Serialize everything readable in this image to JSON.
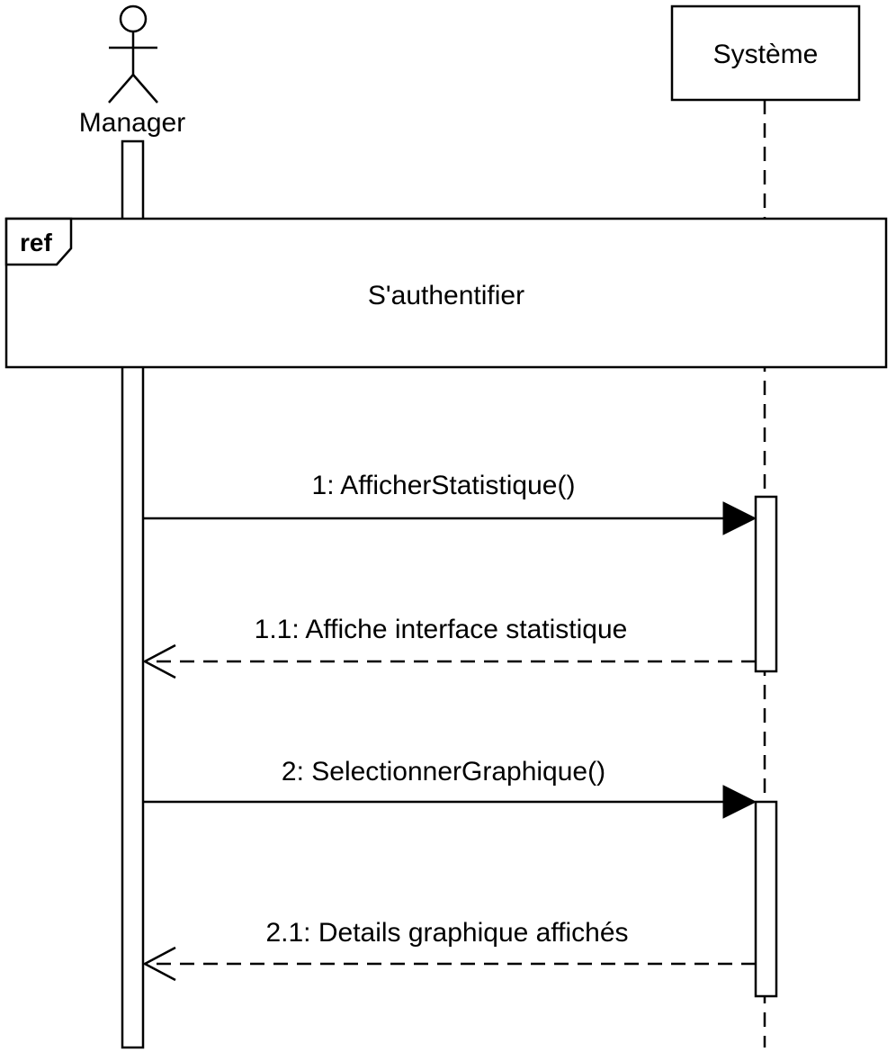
{
  "diagram": {
    "type": "uml-sequence-diagram",
    "participants": {
      "actor": {
        "label": "Manager",
        "icon": "stick-figure-icon"
      },
      "system": {
        "label": "Système"
      }
    },
    "interaction_use": {
      "operator": "ref",
      "name": "S'authentifier"
    },
    "messages": [
      {
        "label": "1: AfficherStatistique()",
        "kind": "synchronous",
        "from": "Manager",
        "to": "Système"
      },
      {
        "label": "1.1: Affiche interface statistique",
        "kind": "reply",
        "from": "Système",
        "to": "Manager"
      },
      {
        "label": "2: SelectionnerGraphique()",
        "kind": "synchronous",
        "from": "Manager",
        "to": "Système"
      },
      {
        "label": "2.1: Details graphique affichés",
        "kind": "reply",
        "from": "Système",
        "to": "Manager"
      }
    ],
    "colors": {
      "stroke": "#000000",
      "background": "#ffffff"
    }
  }
}
